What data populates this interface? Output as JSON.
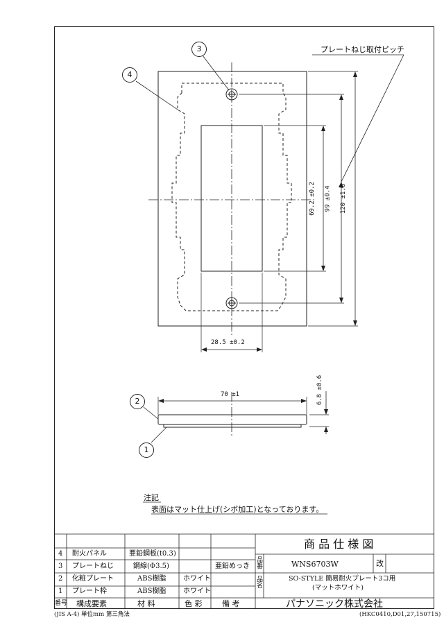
{
  "callouts": [
    "1",
    "2",
    "3",
    "4"
  ],
  "pitch_label": "プレートねじ取付ピッチ",
  "dims": {
    "window_width": "28.5 ±0.2",
    "window_height": "69.2 ±0.2",
    "screw_pitch": "99 ±0.4",
    "plate_height": "120 ±1.6",
    "plate_width": "70 ±1",
    "thickness": "6.8 ±0.6"
  },
  "note": {
    "heading": "注記",
    "text": "表面はマット仕上げ(シボ加工)となっております。"
  },
  "title_block": {
    "drawing_title": "商 品 仕 様 図",
    "part_no_label": "品番",
    "part_no": "WNS6703W",
    "revision_label": "改",
    "name_label": "品名",
    "name_line1": "SO-STYLE 簡易耐火プレート3コ用",
    "name_line2": "(マットホワイト)",
    "company": "パナソニック株式会社"
  },
  "parts_table": {
    "headers": [
      "番号",
      "構成要素",
      "材 料",
      "色 彩",
      "備 考"
    ],
    "rows": [
      {
        "no": "4",
        "component": "耐火パネル",
        "material": "亜鉛鋼板(t0.3)",
        "color": "",
        "remarks": ""
      },
      {
        "no": "3",
        "component": "プレートねじ",
        "material": "鋼線(Φ3.5)",
        "color": "",
        "remarks": "亜鉛めっき"
      },
      {
        "no": "2",
        "component": "化粧プレート",
        "material": "ABS樹脂",
        "color": "ホワイト",
        "remarks": ""
      },
      {
        "no": "1",
        "component": "プレート枠",
        "material": "ABS樹脂",
        "color": "ホワイト",
        "remarks": ""
      }
    ]
  },
  "footer": {
    "left": "(JIS A-4) 単位mm 第三角法",
    "right": "(HKC0410,D01,27,150715)"
  }
}
